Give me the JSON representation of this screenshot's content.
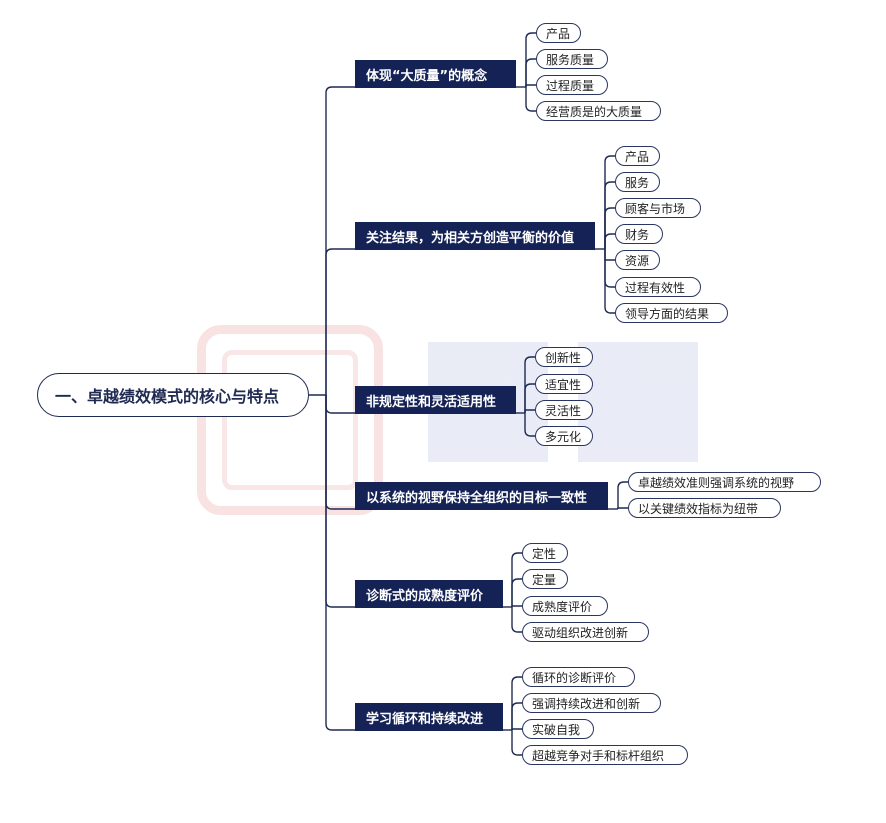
{
  "root": {
    "label": "一、卓越绩效模式的核心与特点"
  },
  "branches": [
    {
      "label": "体现“大质量”的概念",
      "items": [
        "产品",
        "服务质量",
        "过程质量",
        "经营质是的大质量"
      ]
    },
    {
      "label": "关注结果，为相关方创造平衡的价值",
      "items": [
        "产品",
        "服务",
        "顾客与市场",
        "财务",
        "资源",
        "过程有效性",
        "领导方面的结果"
      ]
    },
    {
      "label": "非规定性和灵活适用性",
      "items": [
        "创新性",
        "适宜性",
        "灵活性",
        "多元化"
      ]
    },
    {
      "label": "以系统的视野保持全组织的目标一致性",
      "items": [
        "卓越绩效准则强调系统的视野",
        "以关键绩效指标为纽带"
      ]
    },
    {
      "label": "诊断式的成熟度评价",
      "items": [
        "定性",
        "定量",
        "成熟度评价",
        "驱动组织改进创新"
      ]
    },
    {
      "label": "学习循环和持续改进",
      "items": [
        "循环的诊断评价",
        "强调持续改进和创新",
        "实破自我",
        "超越竞争对手和标杆组织"
      ]
    }
  ],
  "colors": {
    "primary": "#142255",
    "line": "#1e2a52"
  }
}
